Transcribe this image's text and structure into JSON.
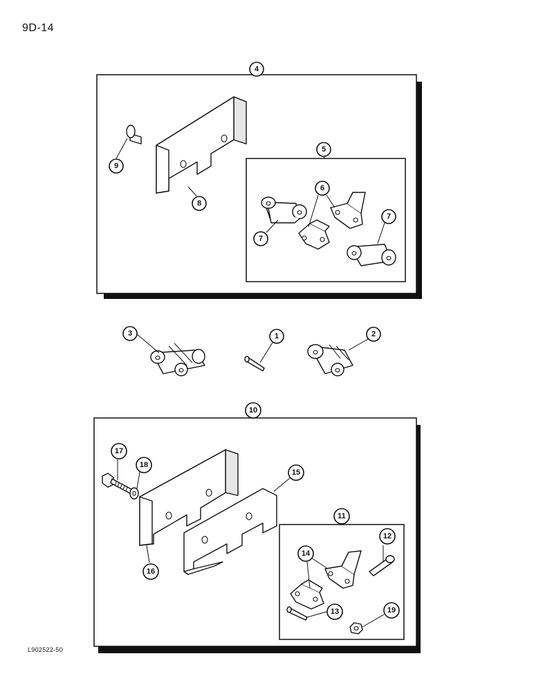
{
  "page": {
    "ref": "9D-14",
    "figure_code": "L902522-50"
  },
  "callouts": {
    "c1": "1",
    "c2": "2",
    "c3": "3",
    "c4": "4",
    "c5": "5",
    "c6": "6",
    "c7": "7",
    "c8": "8",
    "c9": "9",
    "c10": "10",
    "c11": "11",
    "c12": "12",
    "c13": "13",
    "c14": "14",
    "c15": "15",
    "c16": "16",
    "c17": "17",
    "c18": "18",
    "c19": "19"
  }
}
